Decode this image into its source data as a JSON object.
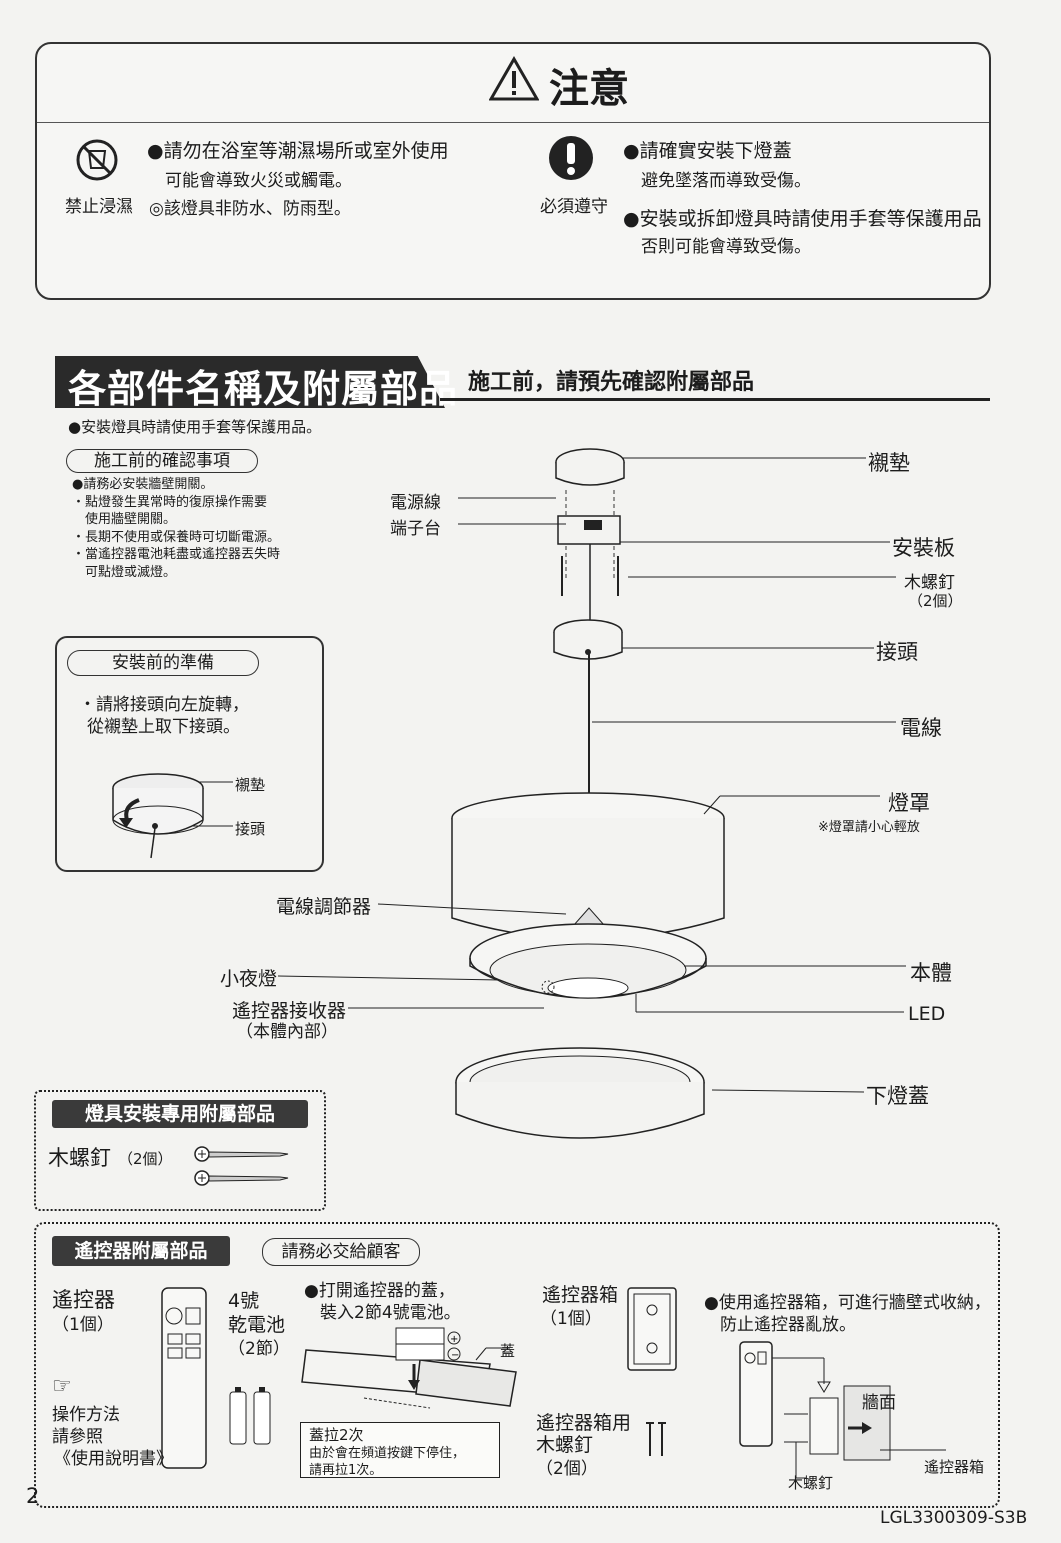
{
  "caution": {
    "title": "注意",
    "prohibit_icon_label": "禁止浸濕",
    "prohibit_line1": "●請勿在浴室等潮濕場所或室外使用",
    "prohibit_line2": "可能會導致火災或觸電。",
    "prohibit_line3": "◎該燈具非防水、防雨型。",
    "must_icon_label": "必須遵守",
    "must_line1": "●請確實安裝下燈蓋",
    "must_line2": "避免墜落而導致受傷。",
    "must_line3": "●安裝或拆卸燈具時請使用手套等保護用品",
    "must_line4": "否則可能會導致受傷。"
  },
  "section": {
    "title": "各部件名稱及附屬部品",
    "subtitle": "施工前，請預先確認附屬部品",
    "glove_note": "●安裝燈具時請使用手套等保護用品。"
  },
  "pre_check": {
    "title": "施工前的確認事項",
    "items": [
      "●請務必安裝牆壁開關。",
      "・點燈發生異常時的復原操作需要",
      "　使用牆壁開關。",
      "・長期不使用或保養時可切斷電源。",
      "・當遙控器電池耗盡或遙控器丟失時",
      "　可點燈或滅燈。"
    ]
  },
  "prep": {
    "title": "安裝前的準備",
    "line1": "・請將接頭向左旋轉，",
    "line2": "從襯墊上取下接頭。",
    "label_pad": "襯墊",
    "label_connector": "接頭"
  },
  "parts": {
    "power_cord": "電源線",
    "terminal": "端子台",
    "pad": "襯墊",
    "mount_plate": "安裝板",
    "wood_screw": "木螺釘",
    "wood_screw_qty": "（2個）",
    "connector": "接頭",
    "cable": "電線",
    "shade": "燈罩",
    "shade_note": "※燈罩請小心輕放",
    "cord_adjuster": "電線調節器",
    "night_light": "小夜燈",
    "body": "本體",
    "receiver": "遙控器接收器",
    "receiver_note": "（本體內部）",
    "led": "LED",
    "lower_cover": "下燈蓋"
  },
  "accessories": {
    "title": "燈具安裝專用附屬部品",
    "screw_label": "木螺釘",
    "screw_qty": "（2個）"
  },
  "remote": {
    "title": "遙控器附屬部品",
    "must_give": "請務必交給顧客",
    "remote_label": "遙控器",
    "remote_qty": "（1個）",
    "battery_label1": "4號",
    "battery_label2": "乾電池",
    "battery_qty": "（2節）",
    "open_line1": "●打開遙控器的蓋，",
    "open_line2": "裝入2節4號電池。",
    "lid": "蓋",
    "pull_line1": "蓋拉2次",
    "pull_line2": "由於會在頻道按鍵下停住，",
    "pull_line3": "請再拉1次。",
    "operate_line1": "操作方法",
    "operate_line2": "請參照",
    "operate_line3": "《使用說明書》",
    "holder_label": "遙控器箱",
    "holder_qty": "（1個）",
    "holder_screw1": "遙控器箱用",
    "holder_screw2": "木螺釘",
    "holder_screw_qty": "（2個）",
    "holder_note1": "●使用遙控器箱，可進行牆壁式收納，",
    "holder_note2": "防止遙控器亂放。",
    "wall": "牆面",
    "holder_box": "遙控器箱",
    "screw_small": "木螺釘"
  },
  "footer": {
    "page": "2",
    "code": "LGL3300309-S3B"
  }
}
